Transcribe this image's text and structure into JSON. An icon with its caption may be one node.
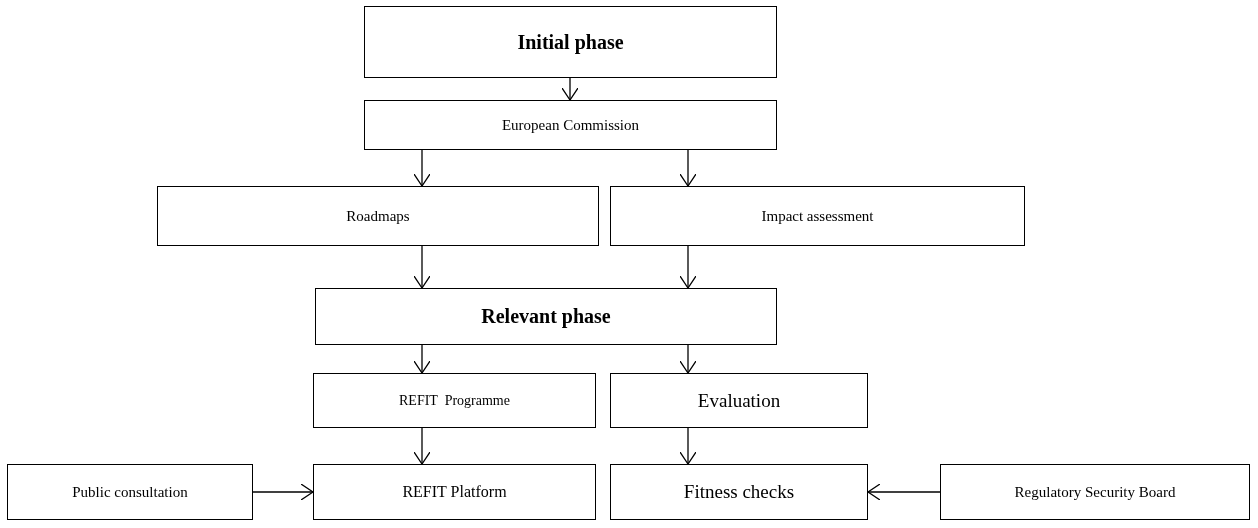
{
  "diagram": {
    "nodes": [
      {
        "text": [
          "Initial phase"
        ]
      },
      {
        "text": [
          "European Commission"
        ]
      },
      {
        "text": [
          "Roadmaps"
        ]
      },
      {
        "text": [
          "Impact assessment"
        ]
      },
      {
        "text": [
          "Relevant phase"
        ]
      },
      {
        "text": [
          "REFIT  Programme"
        ]
      },
      {
        "text": [
          "Evaluation"
        ]
      },
      {
        "text": [
          "Public consultation"
        ]
      },
      {
        "text": [
          "REFIT Platform"
        ]
      },
      {
        "text": [
          "Fitness checks"
        ]
      },
      {
        "text": [
          "Regulatory Security Board"
        ]
      }
    ],
    "edges": [
      {
        "from": 0,
        "to": 1,
        "arrow": "to"
      },
      {
        "from": 1,
        "to": 2,
        "arrow": "to"
      },
      {
        "from": 1,
        "to": 3,
        "arrow": "to"
      },
      {
        "from": 2,
        "to": 4,
        "arrow": "to"
      },
      {
        "from": 3,
        "to": 4,
        "arrow": "to"
      },
      {
        "from": 4,
        "to": 5,
        "arrow": "to"
      },
      {
        "from": 4,
        "to": 6,
        "arrow": "to"
      },
      {
        "from": 5,
        "to": 8,
        "arrow": "to"
      },
      {
        "from": 6,
        "to": 9,
        "arrow": "to"
      },
      {
        "from": 7,
        "to": 8,
        "arrow": "to"
      },
      {
        "from": 10,
        "to": 9,
        "arrow": "to"
      }
    ]
  }
}
